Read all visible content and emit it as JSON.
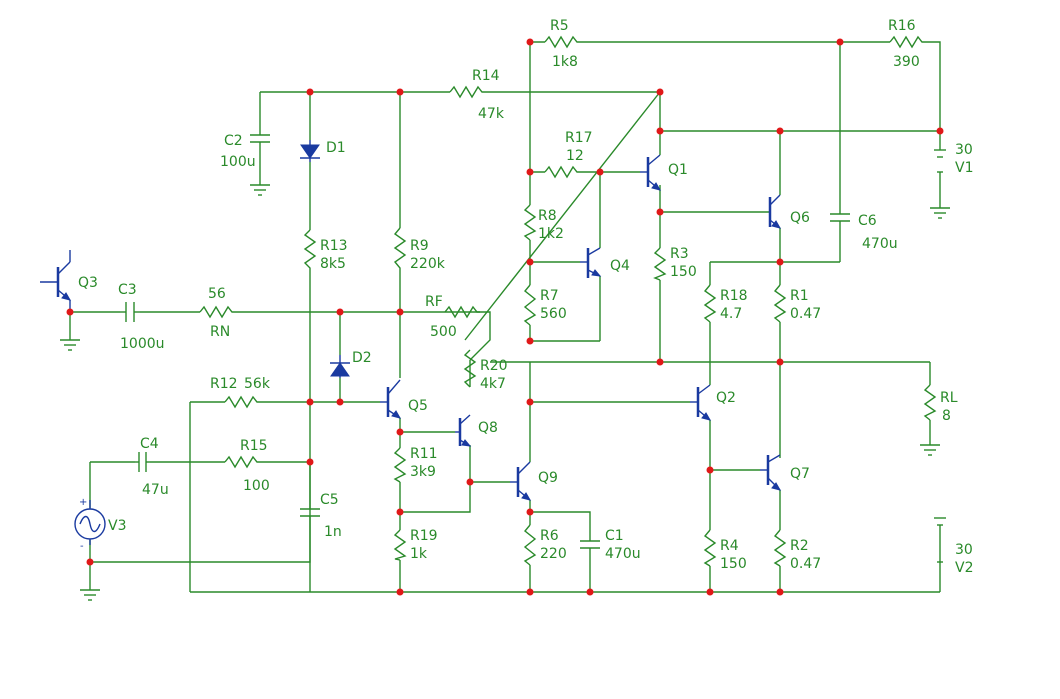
{
  "components": {
    "R1": {
      "ref": "R1",
      "value": "0.47"
    },
    "R2": {
      "ref": "R2",
      "value": "0.47"
    },
    "R3": {
      "ref": "R3",
      "value": "150"
    },
    "R4": {
      "ref": "R4",
      "value": "150"
    },
    "R5": {
      "ref": "R5",
      "value": "1k8"
    },
    "R6": {
      "ref": "R6",
      "value": "220"
    },
    "R7": {
      "ref": "R7",
      "value": "560"
    },
    "R8": {
      "ref": "R8",
      "value": "1k2"
    },
    "R9": {
      "ref": "R9",
      "value": "220k"
    },
    "R11": {
      "ref": "R11",
      "value": "3k9"
    },
    "R12": {
      "ref": "R12",
      "value": "56k"
    },
    "R13": {
      "ref": "R13",
      "value": "8k5"
    },
    "R14": {
      "ref": "R14",
      "value": "47k"
    },
    "R15": {
      "ref": "R15",
      "value": "100"
    },
    "R16": {
      "ref": "R16",
      "value": "390"
    },
    "R17": {
      "ref": "R17",
      "value": "12"
    },
    "R18": {
      "ref": "R18",
      "value": "4.7"
    },
    "R19": {
      "ref": "R19",
      "value": "1k"
    },
    "R20": {
      "ref": "R20",
      "value": "4k7"
    },
    "RF": {
      "ref": "RF",
      "value": "500"
    },
    "RN": {
      "ref": "RN",
      "value": "56"
    },
    "RL": {
      "ref": "RL",
      "value": "8"
    },
    "C1": {
      "ref": "C1",
      "value": "470u"
    },
    "C2": {
      "ref": "C2",
      "value": "100u"
    },
    "C3": {
      "ref": "C3",
      "value": "1000u"
    },
    "C4": {
      "ref": "C4",
      "value": "47u"
    },
    "C5": {
      "ref": "C5",
      "value": "1n"
    },
    "C6": {
      "ref": "C6",
      "value": "470u"
    },
    "V1": {
      "ref": "V1",
      "value": "30"
    },
    "V2": {
      "ref": "V2",
      "value": "30"
    },
    "V3": {
      "ref": "V3"
    },
    "D1": {
      "ref": "D1"
    },
    "D2": {
      "ref": "D2"
    },
    "Q1": {
      "ref": "Q1"
    },
    "Q2": {
      "ref": "Q2"
    },
    "Q3": {
      "ref": "Q3"
    },
    "Q4": {
      "ref": "Q4"
    },
    "Q5": {
      "ref": "Q5"
    },
    "Q6": {
      "ref": "Q6"
    },
    "Q7": {
      "ref": "Q7"
    },
    "Q8": {
      "ref": "Q8"
    },
    "Q9": {
      "ref": "Q9"
    }
  },
  "colors": {
    "wire": "#2a8a2a",
    "component": "#1a3aa0",
    "junction": "#e01818",
    "background": "#ffffff"
  }
}
